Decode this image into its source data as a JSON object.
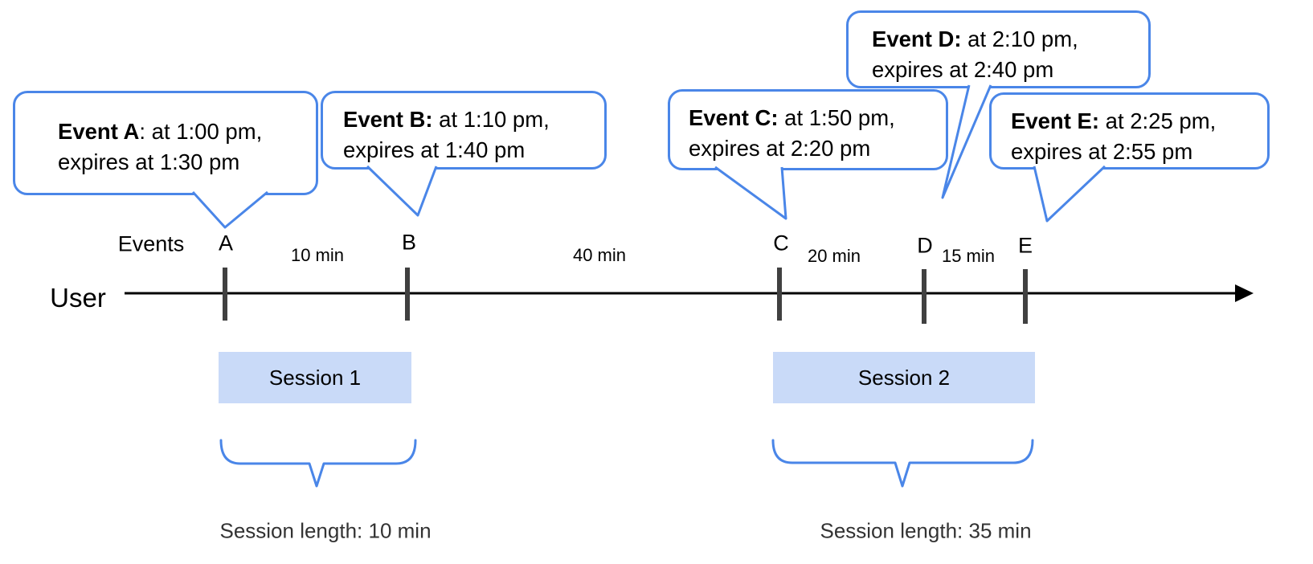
{
  "timeline": {
    "user_label": "User",
    "events_label": "Events"
  },
  "events": [
    {
      "label": "A",
      "bubble": {
        "bold": "Event A",
        "rest": ": at 1:00 pm,",
        "line2": "expires at 1:30 pm"
      }
    },
    {
      "label": "B",
      "bubble": {
        "bold": "Event B:",
        "rest": " at 1:10 pm,",
        "line2": "expires at 1:40 pm"
      }
    },
    {
      "label": "C",
      "bubble": {
        "bold": "Event C:",
        "rest": " at 1:50 pm,",
        "line2": "expires at 2:20 pm"
      }
    },
    {
      "label": "D",
      "bubble": {
        "bold": "Event D:",
        "rest": " at 2:10 pm,",
        "line2": "expires at 2:40 pm"
      }
    },
    {
      "label": "E",
      "bubble": {
        "bold": "Event E:",
        "rest": " at 2:25 pm,",
        "line2": "expires at 2:55 pm"
      }
    }
  ],
  "gaps": [
    {
      "label": "10 min"
    },
    {
      "label": "40 min"
    },
    {
      "label": "20 min"
    },
    {
      "label": "15 min"
    }
  ],
  "sessions": [
    {
      "label": "Session 1",
      "length_label": "Session length: 10 min"
    },
    {
      "label": "Session 2",
      "length_label": "Session length: 35 min"
    }
  ],
  "colors": {
    "bubble_border": "#4a86e8",
    "session_fill": "#c9daf8",
    "tick": "#404040",
    "axis": "#000000",
    "muted_text": "#333333"
  }
}
